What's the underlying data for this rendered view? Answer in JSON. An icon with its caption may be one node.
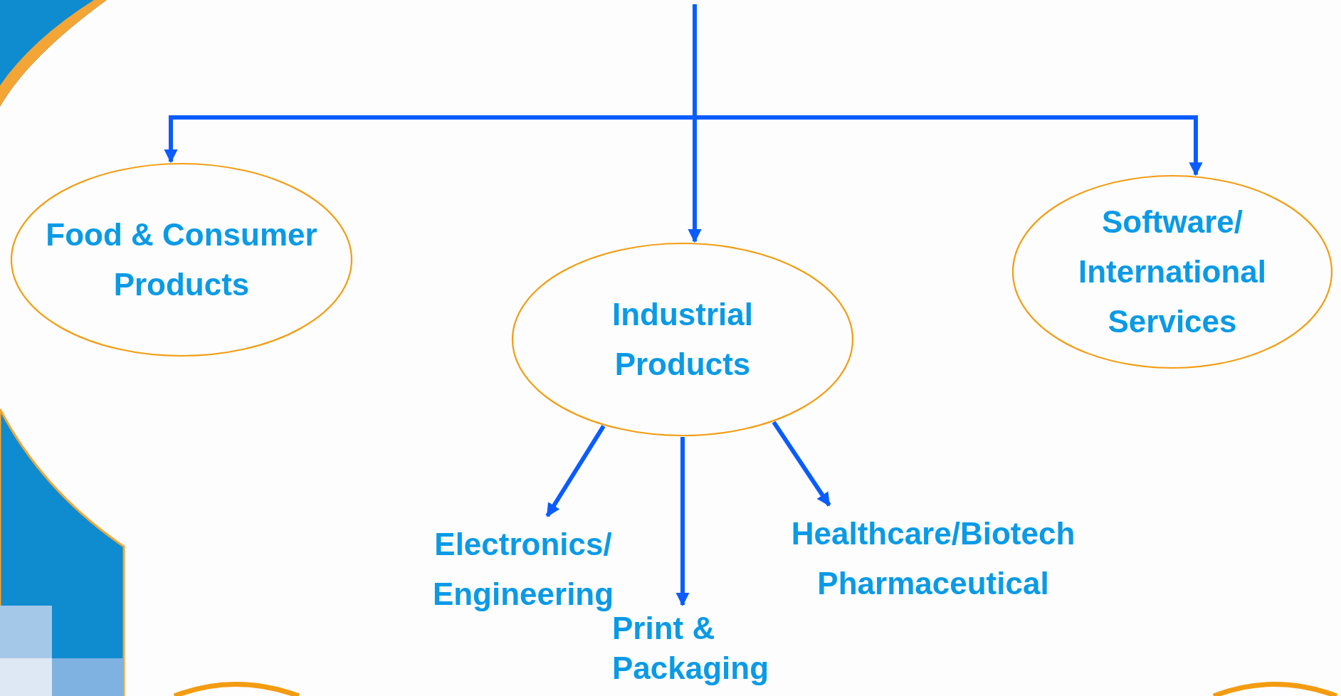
{
  "diagram": {
    "nodes": [
      {
        "text": [
          "Food & Consumer Products"
        ]
      },
      {
        "text": [
          "Industrial Products"
        ]
      },
      {
        "text": [
          "Software/ International Services"
        ]
      },
      {
        "text": [
          "Electronics/ Engineering"
        ]
      },
      {
        "text": [
          "Print & Packaging"
        ]
      },
      {
        "text": [
          "Healthcare/Biotech Pharmaceutical"
        ]
      }
    ],
    "edges": [
      {
        "from": null,
        "to": 0,
        "arrow": "to"
      },
      {
        "from": null,
        "to": 1,
        "arrow": "to"
      },
      {
        "from": null,
        "to": 2,
        "arrow": "to"
      },
      {
        "from": 1,
        "to": 3,
        "arrow": "to"
      },
      {
        "from": 1,
        "to": 4,
        "arrow": "to"
      },
      {
        "from": 1,
        "to": 5,
        "arrow": "to"
      }
    ]
  }
}
